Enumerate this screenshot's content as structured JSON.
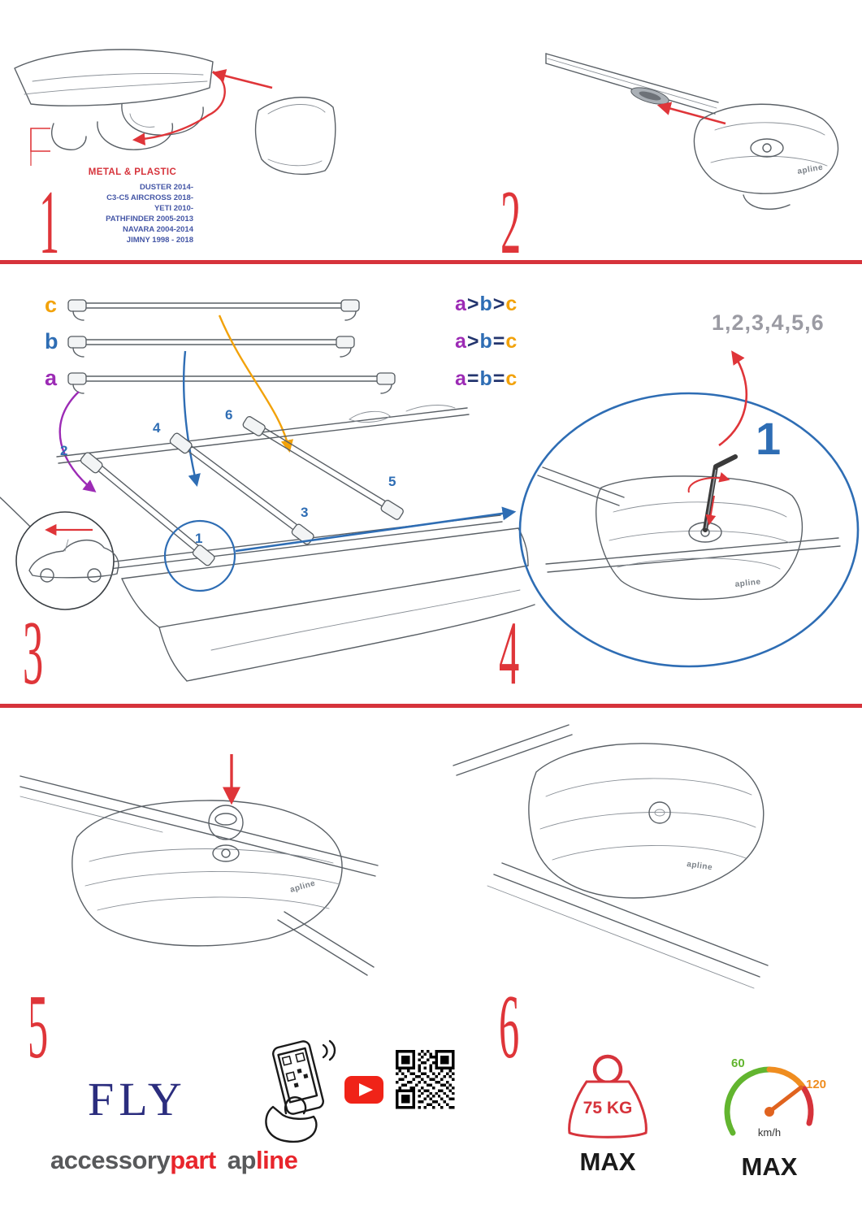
{
  "panels": {
    "p1": {
      "step": "1",
      "material": "METAL & PLASTIC",
      "models": [
        "DUSTER 2014-",
        "C3-C5 AIRCROSS 2018-",
        "YETI 2010-",
        "PATHFINDER 2005-2013",
        "NAVARA 2004-2014",
        "JIMNY 1998 - 2018"
      ]
    },
    "p2": {
      "step": "2"
    },
    "p3": {
      "step": "3",
      "bars": [
        "c",
        "b",
        "a"
      ],
      "legend": [
        [
          "a",
          ">",
          "b",
          ">",
          "c"
        ],
        [
          "a",
          ">",
          "b",
          "=",
          "c"
        ],
        [
          "a",
          "=",
          "b",
          "=",
          "c"
        ]
      ],
      "positions_top": [
        "2",
        "4",
        "6"
      ],
      "positions_bottom": [
        "1",
        "3",
        "5"
      ]
    },
    "p4": {
      "step": "4",
      "sequence": "1,2,3,4,5,6",
      "first_position": "1"
    },
    "p5": {
      "step": "5"
    },
    "p6": {
      "step": "6"
    }
  },
  "branding": {
    "product": "FLY",
    "brand_gray": "accessory",
    "brand_red": "part",
    "logo_dark": "ap",
    "logo_red": "line",
    "apline_mark": "apline"
  },
  "limits": {
    "weight": "75 KG",
    "weight_max": "MAX",
    "speed_low": "60",
    "speed_high": "120",
    "speed_unit": "km/h",
    "speed_max": "MAX"
  },
  "colors": {
    "red": "#df3539",
    "blue": "#2e6db4",
    "purple": "#9c2bb5",
    "orange": "#f2a20a",
    "navy": "#2b2d7e",
    "sequence_gray": "#9b9ba3",
    "green": "#62b52f"
  }
}
